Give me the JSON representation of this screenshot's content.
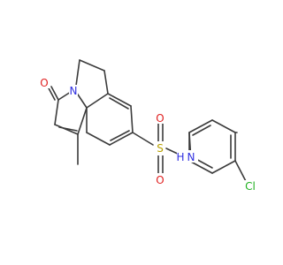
{
  "molecule": {
    "atoms": {
      "n_ring": {
        "text": "N",
        "color": "#3030e0"
      },
      "o_carbonyl": {
        "text": "O",
        "color": "#e02020"
      },
      "s_sulfonyl": {
        "text": "S",
        "color": "#b8a000"
      },
      "o_sulfonyl_top": {
        "text": "O",
        "color": "#e02020"
      },
      "o_sulfonyl_bottom": {
        "text": "O",
        "color": "#e02020"
      },
      "n_amide": {
        "text": "N",
        "color": "#3030e0"
      },
      "h_amide": {
        "text": "H",
        "color": "#3030e0"
      },
      "cl": {
        "text": "Cl",
        "color": "#20b020"
      }
    },
    "bond_color": "#3b3b3b"
  }
}
